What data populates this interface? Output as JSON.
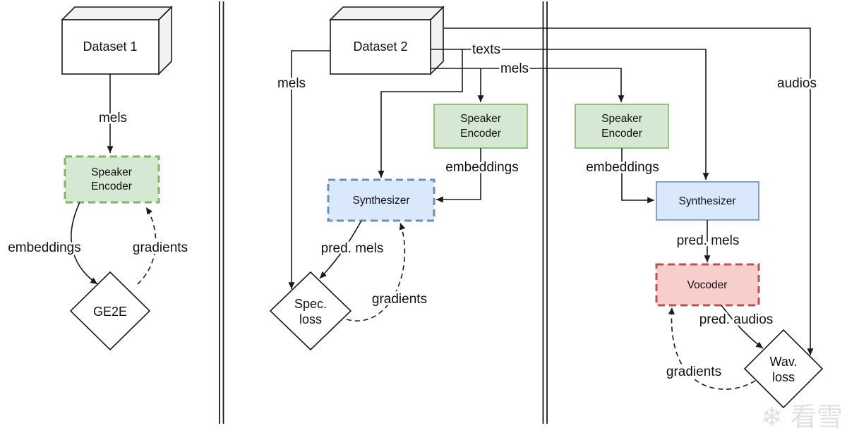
{
  "colors": {
    "green_fill": "#d5e8d4",
    "green_border": "#82b366",
    "blue_fill": "#dae8fc",
    "blue_border": "#6c8ebf",
    "red_fill": "#f8cecc",
    "red_border": "#b85450"
  },
  "stage1": {
    "dataset_label": "Dataset 1",
    "mels_label": "mels",
    "encoder_line1": "Speaker",
    "encoder_line2": "Encoder",
    "embeddings_label": "embeddings",
    "gradients_label": "gradients",
    "loss_label": "GE2E"
  },
  "stage2": {
    "dataset_label": "Dataset 2",
    "mels_left_label": "mels",
    "texts_label": "texts",
    "mels_right_label": "mels",
    "encoder_line1": "Speaker",
    "encoder_line2": "Encoder",
    "embeddings_label": "embeddings",
    "synthesizer_label": "Synthesizer",
    "pred_mels_label": "pred. mels",
    "gradients_label": "gradients",
    "loss_line1": "Spec.",
    "loss_line2": "loss"
  },
  "stage3": {
    "encoder_line1": "Speaker",
    "encoder_line2": "Encoder",
    "embeddings_label": "embeddings",
    "synthesizer_label": "Synthesizer",
    "pred_mels_label": "pred. mels",
    "vocoder_label": "Vocoder",
    "pred_audios_label": "pred. audios",
    "audios_label": "audios",
    "gradients_label": "gradients",
    "loss_line1": "Wav.",
    "loss_line2": "loss"
  },
  "watermark": {
    "icon": "❄",
    "text": "看雪"
  }
}
